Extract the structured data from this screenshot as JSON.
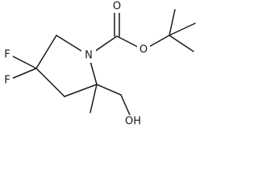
{
  "atoms": {
    "nitrogen": "N",
    "carbonyl_oxygen": "O",
    "ester_oxygen": "O",
    "fluorine_top": "F",
    "fluorine_bottom": "F",
    "hydroxyl": "OH"
  }
}
